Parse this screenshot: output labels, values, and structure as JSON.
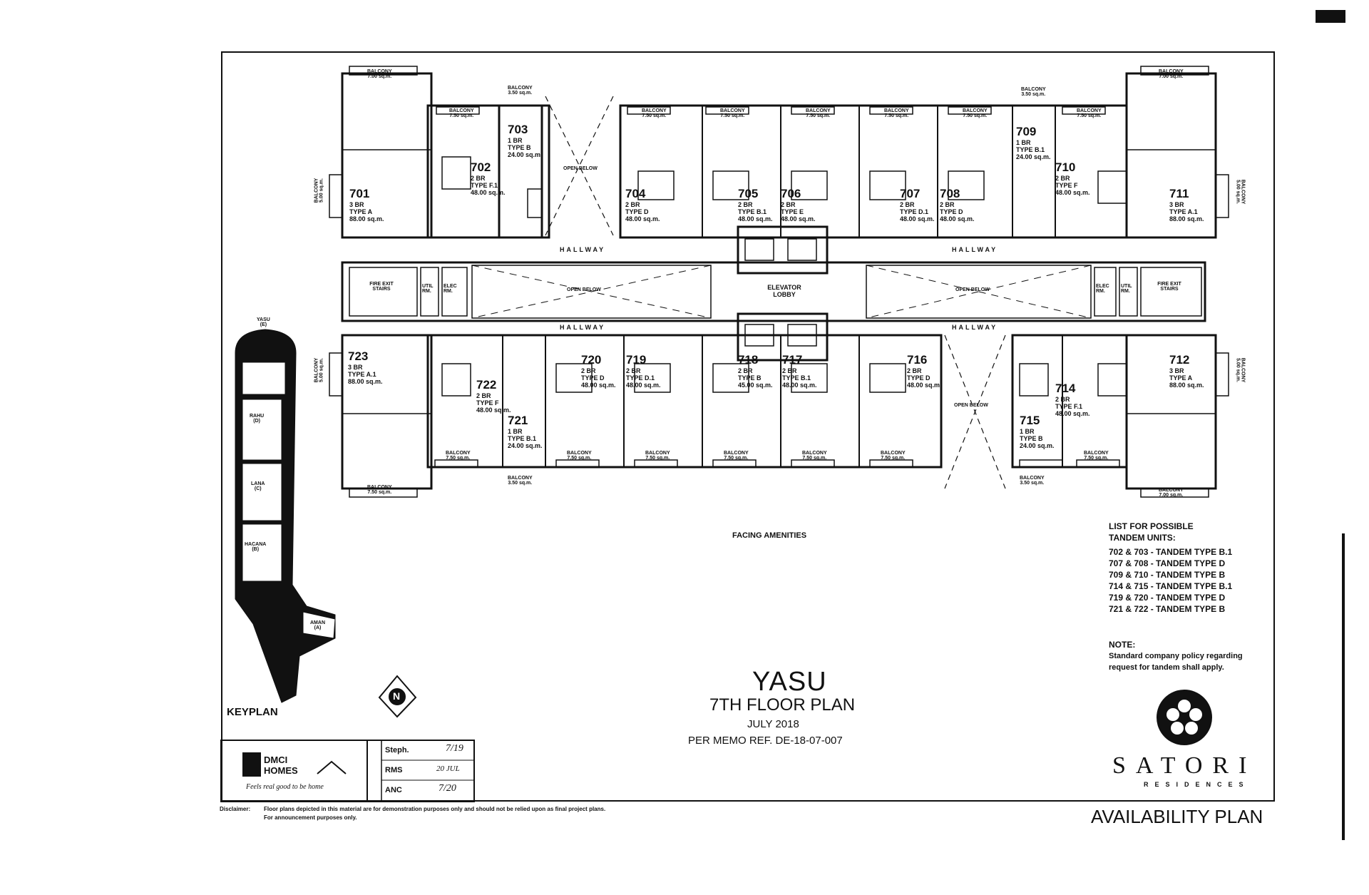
{
  "plan": {
    "building_name": "YASU",
    "floor_title": "7TH FLOOR PLAN",
    "date": "JULY 2018",
    "memo_ref": "PER MEMO REF. DE-18-07-007",
    "facing_label": "FACING AMENITIES",
    "availability_label": "AVAILABILITY PLAN",
    "keyplan_label": "KEYPLAN",
    "hallway_label": "HALLWAY",
    "elevator_label": "ELEVATOR LOBBY",
    "open_below_label": "OPEN BELOW",
    "fire_exit_label": "FIRE EXIT STAIRS",
    "util_label": "UTIL RM.",
    "elec_label": "ELEC RM."
  },
  "units_top": [
    {
      "no": "701",
      "desc": "3 BR",
      "type": "TYPE A",
      "area": "88.00 sq.m."
    },
    {
      "no": "702",
      "desc": "2 BR",
      "type": "TYPE F.1",
      "area": "48.00 sq.m."
    },
    {
      "no": "703",
      "desc": "1 BR",
      "type": "TYPE B",
      "area": "24.00 sq.m."
    },
    {
      "no": "704",
      "desc": "2 BR",
      "type": "TYPE D",
      "area": "48.00 sq.m."
    },
    {
      "no": "705",
      "desc": "2 BR",
      "type": "TYPE B.1",
      "area": "48.00 sq.m."
    },
    {
      "no": "706",
      "desc": "2 BR",
      "type": "TYPE E",
      "area": "48.00 sq.m."
    },
    {
      "no": "707",
      "desc": "2 BR",
      "type": "TYPE D.1",
      "area": "48.00 sq.m."
    },
    {
      "no": "708",
      "desc": "2 BR",
      "type": "TYPE D",
      "area": "48.00 sq.m."
    },
    {
      "no": "709",
      "desc": "1 BR",
      "type": "TYPE B.1",
      "area": "24.00 sq.m."
    },
    {
      "no": "710",
      "desc": "2 BR",
      "type": "TYPE F",
      "area": "48.00 sq.m."
    },
    {
      "no": "711",
      "desc": "3 BR",
      "type": "TYPE A.1",
      "area": "88.00 sq.m."
    }
  ],
  "units_bottom": [
    {
      "no": "723",
      "desc": "3 BR",
      "type": "TYPE A.1",
      "area": "88.00 sq.m."
    },
    {
      "no": "722",
      "desc": "2 BR",
      "type": "TYPE F",
      "area": "48.00 sq.m."
    },
    {
      "no": "721",
      "desc": "1 BR",
      "type": "TYPE B.1",
      "area": "24.00 sq.m."
    },
    {
      "no": "720",
      "desc": "2 BR",
      "type": "TYPE D",
      "area": "48.00 sq.m."
    },
    {
      "no": "719",
      "desc": "2 BR",
      "type": "TYPE D.1",
      "area": "48.00 sq.m."
    },
    {
      "no": "718",
      "desc": "2 BR",
      "type": "TYPE B",
      "area": "45.00 sq.m."
    },
    {
      "no": "717",
      "desc": "2 BR",
      "type": "TYPE B.1",
      "area": "48.00 sq.m."
    },
    {
      "no": "716",
      "desc": "2 BR",
      "type": "TYPE D",
      "area": "48.00 sq.m."
    },
    {
      "no": "715",
      "desc": "1 BR",
      "type": "TYPE B",
      "area": "24.00 sq.m."
    },
    {
      "no": "714",
      "desc": "2 BR",
      "type": "TYPE F.1",
      "area": "48.00 sq.m."
    },
    {
      "no": "712",
      "desc": "3 BR",
      "type": "TYPE A",
      "area": "88.00 sq.m."
    }
  ],
  "balconies": {
    "label": "BALCONY",
    "area_large": "7.00 sq.m.",
    "area_std": "7.50 sq.m.",
    "area_small": "3.50 sq.m.",
    "area_side": "5.00 sq.m."
  },
  "tandem": {
    "heading1": "LIST FOR POSSIBLE",
    "heading2": "TANDEM UNITS:",
    "items": [
      "702 & 703 - TANDEM TYPE B.1",
      "707 & 708 - TANDEM TYPE D",
      "709 & 710 - TANDEM TYPE B",
      "714 & 715 - TANDEM TYPE B.1",
      "719 & 720 - TANDEM TYPE D",
      "721 & 722 - TANDEM TYPE B"
    ]
  },
  "note": {
    "heading": "NOTE:",
    "line1": "Standard company policy regarding",
    "line2": "request for tandem shall apply."
  },
  "brand": {
    "satori": "SATORI",
    "residences": "RESIDENCES",
    "dmci_line1": "DMCI",
    "dmci_line2": "HOMES",
    "tagline": "Feels real good to be home"
  },
  "keyplan": {
    "yasu": "YASU",
    "yasu_code": "(E)",
    "rahu": "RAHU",
    "rahu_code": "(D)",
    "lana": "LANA",
    "lana_code": "(C)",
    "hacana": "HACANA",
    "hacana_code": "(B)",
    "aman": "AMAN",
    "aman_code": "(A)"
  },
  "signoff": {
    "r1": "Steph.",
    "r1_date": "7/19",
    "r2": "RMS",
    "r2_date": "20 JUL",
    "r3": "ANC",
    "r3_date": "7/20"
  },
  "disclaimer": {
    "label": "Disclaimer:",
    "line1": "Floor plans depicted in this material are for demonstration purposes only and should not be relied upon as final project plans.",
    "line2": "For announcement purposes only."
  },
  "north": "N"
}
